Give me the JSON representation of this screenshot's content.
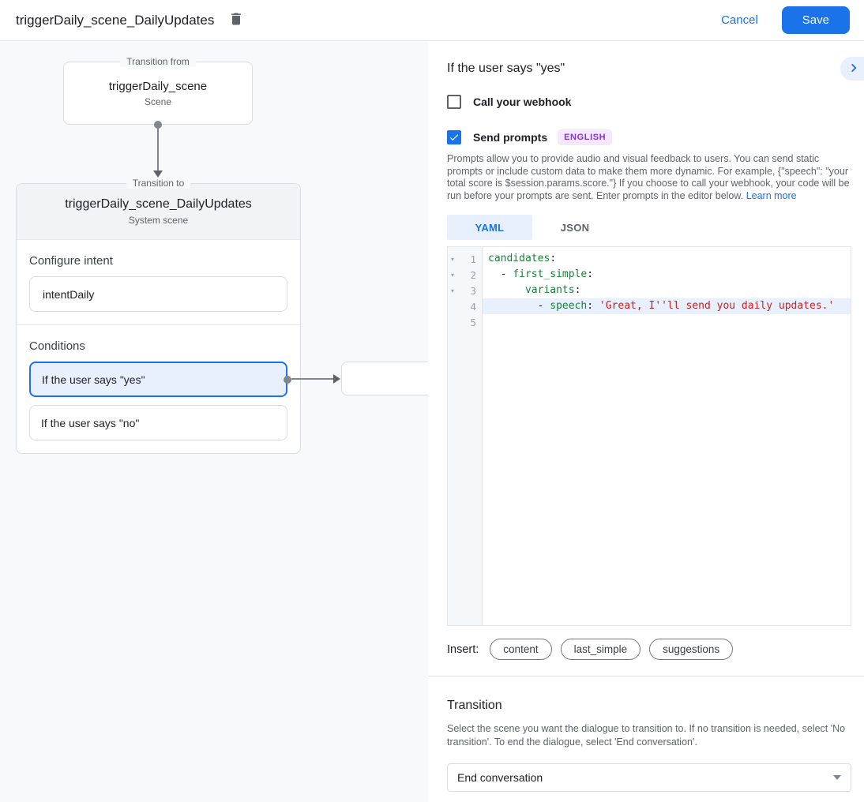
{
  "colors": {
    "accent": "#1a73e8",
    "selection_bg": "#e8f0fe",
    "code_key_green": "#188038",
    "code_string_red": "#c5221f",
    "badge_bg": "#f3e8fd",
    "badge_text": "#8a30d9"
  },
  "header": {
    "title": "triggerDaily_scene_DailyUpdates",
    "delete_icon": "trash-icon",
    "cancel_label": "Cancel",
    "save_label": "Save"
  },
  "canvas": {
    "from_node": {
      "legend": "Transition from",
      "title": "triggerDaily_scene",
      "subtitle": "Scene"
    },
    "to_node": {
      "legend": "Transition to",
      "title": "triggerDaily_scene_DailyUpdates",
      "subtitle": "System scene",
      "intent": {
        "label": "Configure intent",
        "value": "intentDaily"
      },
      "conditions": {
        "label": "Conditions",
        "items": [
          {
            "label": "If the user says \"yes\"",
            "selected": true
          },
          {
            "label": "If the user says \"no\"",
            "selected": false
          }
        ]
      }
    }
  },
  "panel": {
    "title": "If the user says \"yes\"",
    "collapse_icon": "chevron-right-icon",
    "webhook": {
      "label": "Call your webhook",
      "checked": false
    },
    "prompts": {
      "label": "Send prompts",
      "checked": true,
      "badge": "ENGLISH"
    },
    "description": "Prompts allow you to provide audio and visual feedback to users. You can send static prompts or include custom data to make them more dynamic. For example, {\"speech\": \"your total score is $session.params.score.\"} If you choose to call your webhook, your code will be run before your prompts are sent. Enter prompts in the editor below.",
    "learn_more_label": "Learn more",
    "tabs": [
      {
        "label": "YAML",
        "active": true
      },
      {
        "label": "JSON",
        "active": false
      }
    ],
    "editor": {
      "lines": [
        {
          "n": "1",
          "fold": true,
          "highlight": false,
          "tokens": [
            {
              "t": "key",
              "v": "candidates"
            },
            {
              "t": "pln",
              "v": ":"
            }
          ]
        },
        {
          "n": "2",
          "fold": true,
          "highlight": false,
          "tokens": [
            {
              "t": "pln",
              "v": "  - "
            },
            {
              "t": "key",
              "v": "first_simple"
            },
            {
              "t": "pln",
              "v": ":"
            }
          ]
        },
        {
          "n": "3",
          "fold": true,
          "highlight": false,
          "tokens": [
            {
              "t": "pln",
              "v": "      "
            },
            {
              "t": "key",
              "v": "variants"
            },
            {
              "t": "pln",
              "v": ":"
            }
          ]
        },
        {
          "n": "4",
          "fold": false,
          "highlight": true,
          "tokens": [
            {
              "t": "pln",
              "v": "        - "
            },
            {
              "t": "key",
              "v": "speech"
            },
            {
              "t": "pln",
              "v": ": "
            },
            {
              "t": "str",
              "v": "'Great, I''ll send you daily updates.'"
            }
          ]
        },
        {
          "n": "5",
          "fold": false,
          "highlight": false,
          "tokens": []
        }
      ]
    },
    "insert": {
      "label": "Insert:",
      "chips": [
        "content",
        "last_simple",
        "suggestions"
      ]
    },
    "transition": {
      "title": "Transition",
      "description": "Select the scene you want the dialogue to transition to. If no transition is needed, select 'No transition'. To end the dialogue, select 'End conversation'.",
      "selected_value": "End conversation"
    }
  }
}
